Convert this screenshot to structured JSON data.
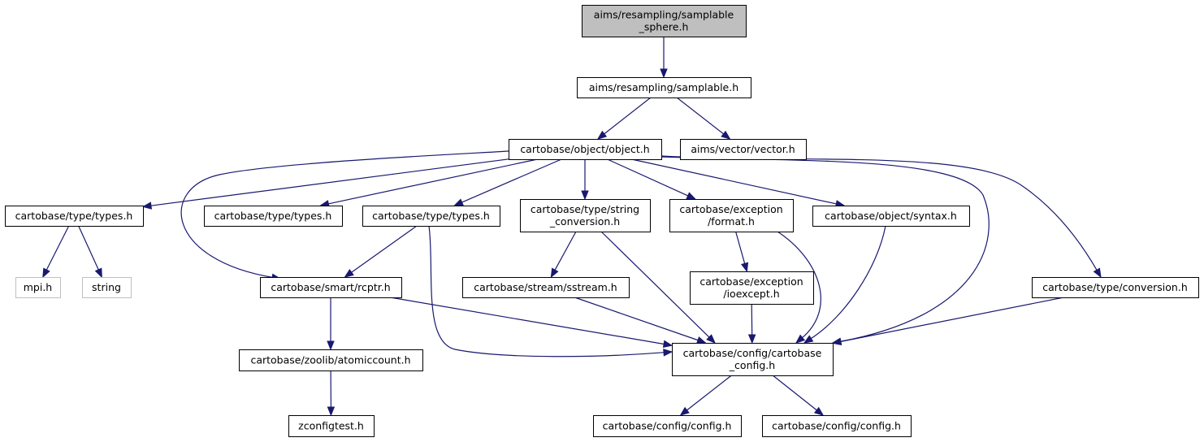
{
  "colors": {
    "edge": "#191970",
    "root_fill": "#bfbfbf",
    "node_fill": "#ffffff",
    "node_border": "#000000",
    "external_border": "#bfbfbf",
    "external_text": "#000000"
  },
  "nodes": [
    {
      "id": "sphere",
      "lines": [
        "aims/resampling/samplable",
        "_sphere.h"
      ],
      "style": "root"
    },
    {
      "id": "samplable",
      "lines": [
        "aims/resampling/samplable.h"
      ],
      "style": "normal"
    },
    {
      "id": "object",
      "lines": [
        "cartobase/object/object.h"
      ],
      "style": "normal"
    },
    {
      "id": "vector",
      "lines": [
        "aims/vector/vector.h"
      ],
      "style": "normal"
    },
    {
      "id": "types1",
      "lines": [
        "cartobase/type/types.h"
      ],
      "style": "normal"
    },
    {
      "id": "types2",
      "lines": [
        "cartobase/type/types.h"
      ],
      "style": "normal"
    },
    {
      "id": "types3",
      "lines": [
        "cartobase/type/types.h"
      ],
      "style": "normal"
    },
    {
      "id": "strconv",
      "lines": [
        "cartobase/type/string",
        "_conversion.h"
      ],
      "style": "normal"
    },
    {
      "id": "format",
      "lines": [
        "cartobase/exception",
        "/format.h"
      ],
      "style": "normal"
    },
    {
      "id": "syntax",
      "lines": [
        "cartobase/object/syntax.h"
      ],
      "style": "normal"
    },
    {
      "id": "mpi",
      "lines": [
        "mpi.h"
      ],
      "style": "external"
    },
    {
      "id": "string",
      "lines": [
        "string"
      ],
      "style": "external"
    },
    {
      "id": "rcptr",
      "lines": [
        "cartobase/smart/rcptr.h"
      ],
      "style": "normal"
    },
    {
      "id": "sstream",
      "lines": [
        "cartobase/stream/sstream.h"
      ],
      "style": "normal"
    },
    {
      "id": "ioexcept",
      "lines": [
        "cartobase/exception",
        "/ioexcept.h"
      ],
      "style": "normal"
    },
    {
      "id": "conversion",
      "lines": [
        "cartobase/type/conversion.h"
      ],
      "style": "normal"
    },
    {
      "id": "atomic",
      "lines": [
        "cartobase/zoolib/atomiccount.h"
      ],
      "style": "normal"
    },
    {
      "id": "cbconfig",
      "lines": [
        "cartobase/config/cartobase",
        "_config.h"
      ],
      "style": "normal"
    },
    {
      "id": "zconfig",
      "lines": [
        "zconfigtest.h"
      ],
      "style": "normal"
    },
    {
      "id": "config1",
      "lines": [
        "cartobase/config/config.h"
      ],
      "style": "normal"
    },
    {
      "id": "config2",
      "lines": [
        "cartobase/config/config.h"
      ],
      "style": "normal"
    }
  ],
  "edges": [
    {
      "from": "sphere",
      "to": "samplable"
    },
    {
      "from": "samplable",
      "to": "object"
    },
    {
      "from": "samplable",
      "to": "vector"
    },
    {
      "from": "object",
      "to": "types1"
    },
    {
      "from": "object",
      "to": "rcptr"
    },
    {
      "from": "object",
      "to": "types2"
    },
    {
      "from": "object",
      "to": "types3"
    },
    {
      "from": "object",
      "to": "strconv"
    },
    {
      "from": "object",
      "to": "format"
    },
    {
      "from": "object",
      "to": "syntax"
    },
    {
      "from": "object",
      "to": "cbconfig"
    },
    {
      "from": "object",
      "to": "conversion"
    },
    {
      "from": "types1",
      "to": "mpi"
    },
    {
      "from": "types1",
      "to": "string"
    },
    {
      "from": "types3",
      "to": "rcptr"
    },
    {
      "from": "types3",
      "to": "cbconfig"
    },
    {
      "from": "strconv",
      "to": "sstream"
    },
    {
      "from": "strconv",
      "to": "cbconfig"
    },
    {
      "from": "format",
      "to": "ioexcept"
    },
    {
      "from": "format",
      "to": "cbconfig"
    },
    {
      "from": "syntax",
      "to": "cbconfig"
    },
    {
      "from": "rcptr",
      "to": "atomic"
    },
    {
      "from": "rcptr",
      "to": "cbconfig"
    },
    {
      "from": "sstream",
      "to": "cbconfig"
    },
    {
      "from": "ioexcept",
      "to": "cbconfig"
    },
    {
      "from": "conversion",
      "to": "cbconfig"
    },
    {
      "from": "atomic",
      "to": "zconfig"
    },
    {
      "from": "cbconfig",
      "to": "config1"
    },
    {
      "from": "cbconfig",
      "to": "config2"
    }
  ]
}
